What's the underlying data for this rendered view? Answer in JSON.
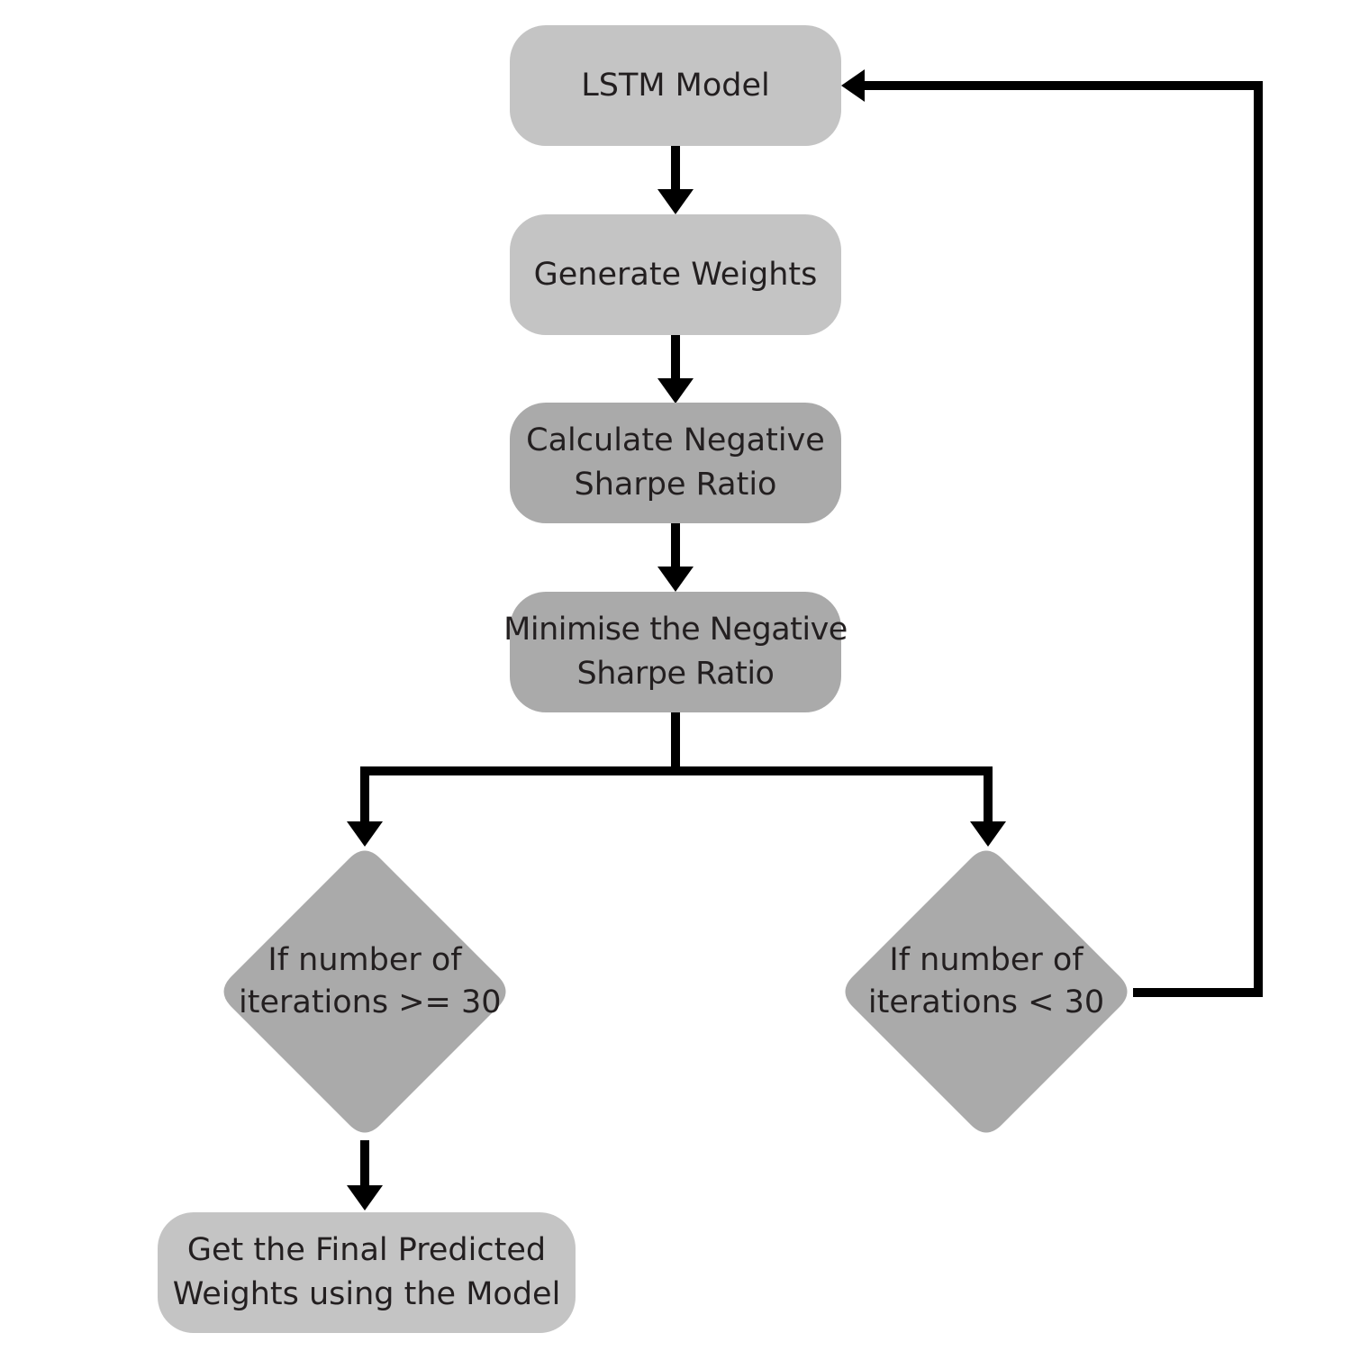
{
  "flowchart": {
    "nodes": {
      "lstm_model": {
        "lines": [
          "LSTM Model"
        ]
      },
      "generate_weights": {
        "lines": [
          "Generate Weights"
        ]
      },
      "calculate_nsr": {
        "lines": [
          "Calculate Negative",
          "Sharpe Ratio"
        ]
      },
      "minimise_nsr": {
        "lines": [
          "Minimise the Negative",
          "Sharpe Ratio"
        ]
      },
      "decision_ge": {
        "lines": [
          "If number of",
          "iterations >= 30"
        ]
      },
      "decision_lt": {
        "lines": [
          "If number of",
          "iterations < 30"
        ]
      },
      "final_weights": {
        "lines": [
          "Get the Final Predicted",
          "Weights using the Model"
        ]
      }
    },
    "edges": [
      {
        "from": "lstm_model",
        "to": "generate_weights"
      },
      {
        "from": "generate_weights",
        "to": "calculate_nsr"
      },
      {
        "from": "calculate_nsr",
        "to": "minimise_nsr"
      },
      {
        "from": "minimise_nsr",
        "to": "decision_ge"
      },
      {
        "from": "minimise_nsr",
        "to": "decision_lt"
      },
      {
        "from": "decision_ge",
        "to": "final_weights"
      },
      {
        "from": "decision_lt",
        "to": "lstm_model"
      }
    ],
    "colors": {
      "process_light": "#c4c4c4",
      "process_dark": "#aaaaaa",
      "decision": "#aaaaaa",
      "connector": "#000000",
      "text": "#231f20"
    }
  }
}
